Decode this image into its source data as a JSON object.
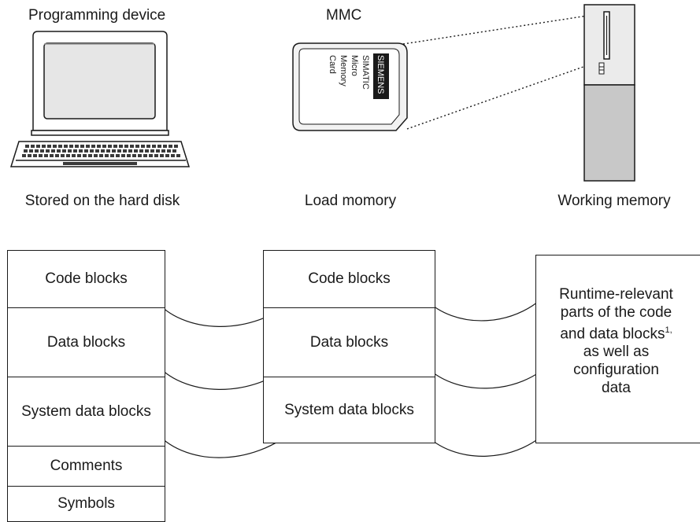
{
  "devices": {
    "programming_device": {
      "title": "Programming device",
      "caption": "Stored on the hard disk"
    },
    "mmc": {
      "title": "MMC",
      "caption": "Load momory",
      "card_brand": "SIEMENS",
      "card_lines": [
        "SIMATIC",
        "Micro",
        "Memory",
        "Card"
      ]
    },
    "cpu": {
      "caption": "Working memory"
    }
  },
  "columns": {
    "hard_disk": [
      "Code blocks",
      "Data blocks",
      "System data blocks",
      "Comments",
      "Symbols"
    ],
    "load_memory": [
      "Code blocks",
      "Data blocks",
      "System data blocks"
    ],
    "working_memory": {
      "text_lines": [
        "Runtime-relevant",
        "parts of the code",
        "and data blocks",
        "as well as",
        "configuration",
        "data"
      ],
      "footnote": "1,"
    }
  }
}
